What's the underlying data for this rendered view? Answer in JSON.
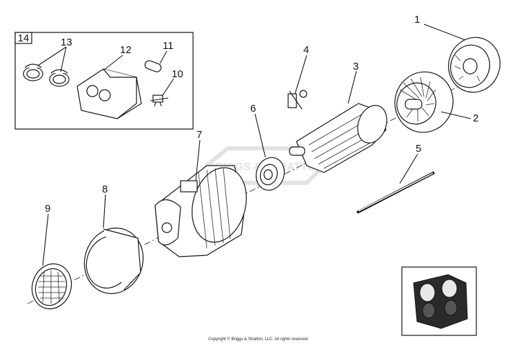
{
  "labels": {
    "p1": "1",
    "p2": "2",
    "p3": "3",
    "p4": "4",
    "p5": "5",
    "p6": "6",
    "p7": "7",
    "p8": "8",
    "p9": "9",
    "p10": "10",
    "p11": "11",
    "p12": "12",
    "p13": "13",
    "p14": "14"
  },
  "watermark": "BRIGGS & STRATTON",
  "copyright": "Copyright © Briggs & Stratton, LLC. All rights reserved."
}
